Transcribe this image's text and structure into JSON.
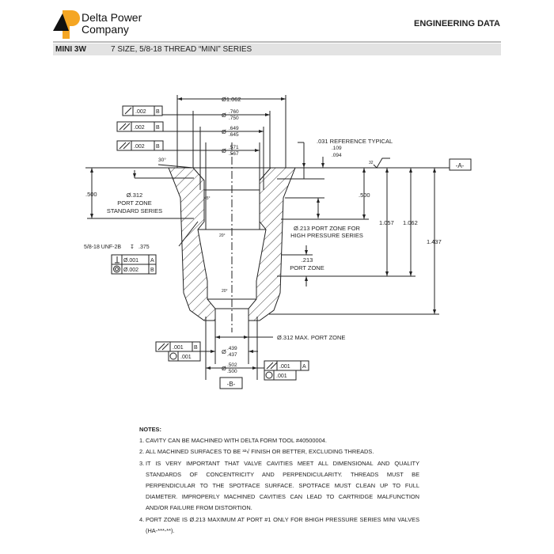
{
  "header": {
    "company_line1": "Delta Power",
    "company_line2": "Company",
    "section": "ENGINEERING DATA",
    "model": "MINI 3W",
    "title": "7 SIZE, 5/8-18 THREAD “MINI” SERIES",
    "brand_color": "#f5a623"
  },
  "drawing": {
    "dia_1062": "Ø1.062",
    "dia_760_sym": "Ø",
    "dia_760_hi": ".760",
    "dia_760_lo": ".750",
    "dia_649_hi": ".649",
    "dia_649_lo": ".645",
    "dia_571_hi": ".571",
    "dia_571_lo": ".567",
    "ref_typical": ".031 REFERENCE TYPICAL",
    "d109": ".109",
    "d094": ".094",
    "datum_a": "-A-",
    "datum_b": "-B-",
    "finish": "32",
    "angle30": "30°",
    "angle45": "45°",
    "angle20a": "20°",
    "angle20b": "20°",
    "d500_left": ".500",
    "port312_1": "Ø.312",
    "port312_2": "PORT ZONE",
    "port312_3": "STANDARD SERIES",
    "d500_right": ".500",
    "d1057": "1.057",
    "d1062": "1.062",
    "d1437": "1.437",
    "hp_1": "Ø.213 PORT ZONE FOR",
    "hp_2": "HIGH PRESSURE SERIES",
    "pz_1": ".213",
    "pz_2": "PORT ZONE",
    "thread": "5/8-18 UNF-2B",
    "thread_depth": ".375",
    "max_port": "Ø.312 MAX. PORT ZONE",
    "dia_439_hi": ".439",
    "dia_439_lo": ".437",
    "dia_502_hi": ".502",
    "dia_502_lo": ".500",
    "fcf": [
      {
        "tol": ".002",
        "datum": "B"
      },
      {
        "tol": ".002",
        "datum": "B"
      },
      {
        "tol": ".002",
        "datum": "B"
      },
      {
        "tol": "Ø.001",
        "datum": "A"
      },
      {
        "tol": "Ø.002",
        "datum": "B"
      },
      {
        "tol": ".001",
        "datum": "B"
      },
      {
        "tol": ".001",
        "datum": ""
      },
      {
        "tol": ".001",
        "datum": "A"
      },
      {
        "tol": ".001",
        "datum": ""
      }
    ]
  },
  "notes": {
    "heading": "NOTES:",
    "items": [
      {
        "num": "1.",
        "text": "CAVITY CAN BE MACHINED WITH DELTA FORM TOOL #40500004."
      },
      {
        "num": "2.",
        "text": "ALL MACHINED SURFACES TO BE ³²√ FINISH OR BETTER, EXCLUDING THREADS."
      },
      {
        "num": "3.",
        "text": "IT IS VERY IMPORTANT THAT VALVE CAVITIES MEET ALL DIMENSIONAL AND QUALITY STANDARDS OF CONCENTRICITY AND PERPENDICULARITY. THREADS MUST BE PERPENDICULAR TO THE SPOTFACE SURFACE. SPOTFACE MUST CLEAN UP TO FULL DIAMETER. IMPROPERLY MACHINED CAVITIES CAN LEAD TO CARTRIDGE MALFUNCTION AND/OR FAILURE FROM DISTORTION."
      },
      {
        "num": "4.",
        "text": "PORT ZONE IS Ø.213 MAXIMUM AT PORT #1 ONLY FOR BHIGH PRESSURE SERIES MINI VALVES (HA-***-**)."
      }
    ]
  }
}
